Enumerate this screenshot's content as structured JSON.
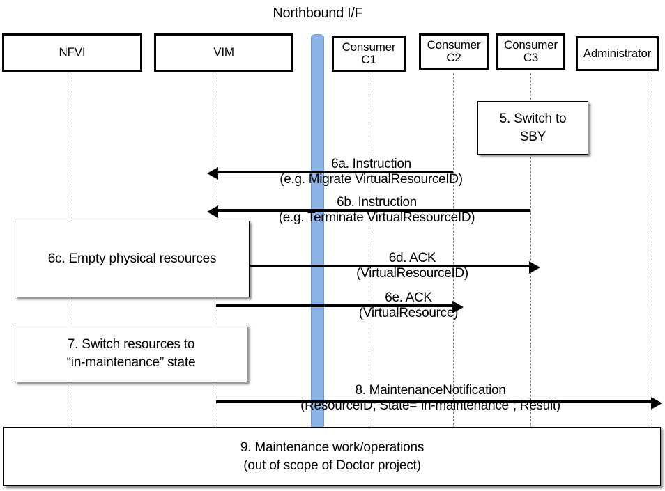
{
  "diagram": {
    "title": "Northbound I/F",
    "type": "sequence-diagram",
    "northbound_interface_color": "#8db3e6"
  },
  "lifelines": [
    {
      "id": "nfvi",
      "label_line1": "NFVI",
      "label_line2": ""
    },
    {
      "id": "vim",
      "label_line1": "VIM",
      "label_line2": ""
    },
    {
      "id": "c1",
      "label_line1": "Consumer",
      "label_line2": "C1"
    },
    {
      "id": "c2",
      "label_line1": "Consumer",
      "label_line2": "C2"
    },
    {
      "id": "c3",
      "label_line1": "Consumer",
      "label_line2": "C3"
    },
    {
      "id": "admin",
      "label_line1": "Administrator",
      "label_line2": ""
    }
  ],
  "notes": [
    {
      "id": "n5",
      "line1": "5. Switch to",
      "line2": "SBY"
    },
    {
      "id": "n6c",
      "line1": "6c. Empty physical resources",
      "line2": ""
    },
    {
      "id": "n7",
      "line1": "7. Switch resources to",
      "line2": "“in-maintenance” state"
    },
    {
      "id": "n9",
      "line1": "9. Maintenance work/operations",
      "line2": "(out of scope of Doctor project)"
    }
  ],
  "messages": [
    {
      "id": "m6a",
      "line1": "6a. Instruction",
      "line2": "(e.g. Migrate VirtualResourceID)",
      "from": "c2",
      "to": "vim",
      "direction": "left"
    },
    {
      "id": "m6b",
      "line1": "6b. Instruction",
      "line2": "(e.g. Terminate VirtualResourceID)",
      "from": "c3",
      "to": "vim",
      "direction": "left"
    },
    {
      "id": "m6d",
      "line1": "6d. ACK",
      "line2": "(VirtualResourceID)",
      "from": "vim",
      "to": "c3",
      "direction": "right"
    },
    {
      "id": "m6e",
      "line1": "6e. ACK",
      "line2": "(VirtualResource)",
      "from": "vim",
      "to": "c2",
      "direction": "right"
    },
    {
      "id": "m8",
      "line1": "8.      MaintenanceNotification",
      "line2": "(ResourceID; State=“in-maintenance”; Result)",
      "from": "vim",
      "to": "admin",
      "direction": "right"
    }
  ]
}
